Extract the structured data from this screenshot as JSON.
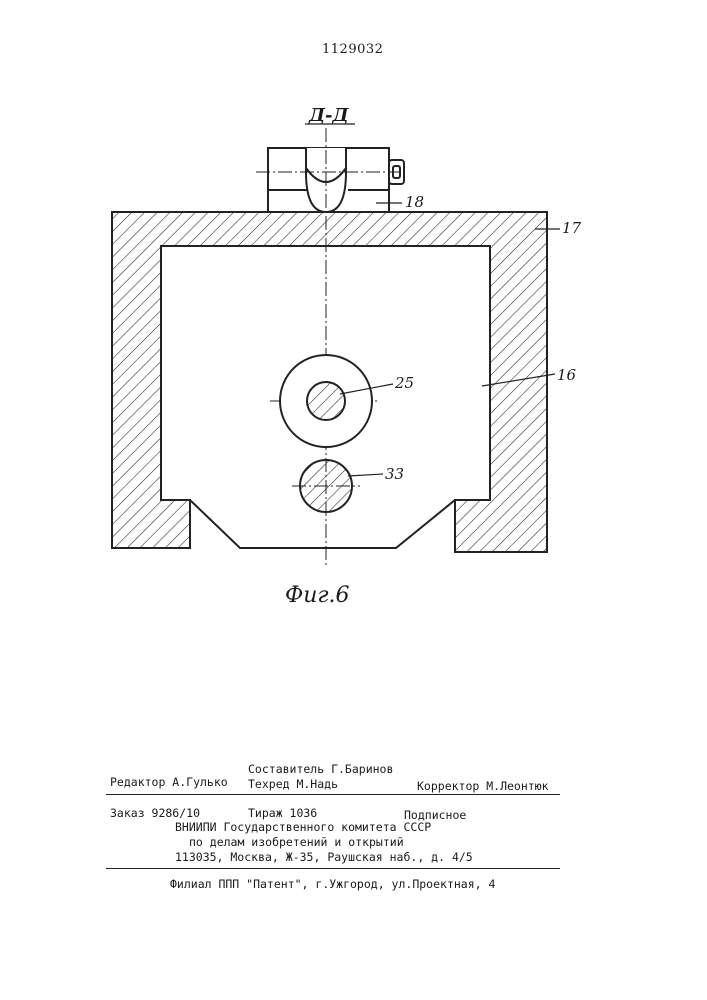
{
  "header": {
    "patent_number": "1129032"
  },
  "figure": {
    "section_label": "Д-Д",
    "caption": "Фиг.6",
    "callouts": {
      "c17": "17",
      "c18": "18",
      "c16": "16",
      "c25": "25",
      "c33": "33"
    }
  },
  "imprint": {
    "editor": "Редактор А.Гулько",
    "compiler": "Составитель Г.Баринов",
    "techred": "Техред М.Надь",
    "corrector": "Корректор М.Леонтюк",
    "order": "Заказ 9286/10",
    "circulation": "Тираж 1036",
    "subscription": "Подписное",
    "org_line1": "ВНИИПИ Государственного комитета СССР",
    "org_line2": "по делам изобретений и открытий",
    "address": "113035, Москва, Ж-35, Раушская наб., д. 4/5",
    "branch": "Филиал ППП \"Патент\", г.Ужгород, ул.Проектная, 4"
  }
}
